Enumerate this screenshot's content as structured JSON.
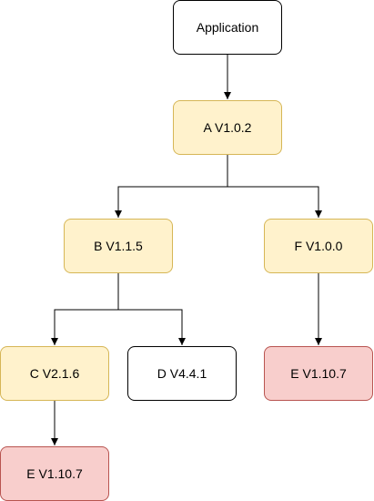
{
  "diagram": {
    "nodes": [
      {
        "id": "application",
        "label": "Application",
        "fill": "#ffffff",
        "stroke": "#000000"
      },
      {
        "id": "a",
        "label": "A V1.0.2",
        "fill": "#fff2cc",
        "stroke": "#d6b656"
      },
      {
        "id": "b",
        "label": "B V1.1.5",
        "fill": "#fff2cc",
        "stroke": "#d6b656"
      },
      {
        "id": "f",
        "label": "F V1.0.0",
        "fill": "#fff2cc",
        "stroke": "#d6b656"
      },
      {
        "id": "c",
        "label": "C V2.1.6",
        "fill": "#fff2cc",
        "stroke": "#d6b656"
      },
      {
        "id": "d",
        "label": "D V4.4.1",
        "fill": "#ffffff",
        "stroke": "#000000"
      },
      {
        "id": "e-under-f",
        "label": "E V1.10.7",
        "fill": "#f8cecc",
        "stroke": "#b85450"
      },
      {
        "id": "e-under-c",
        "label": "E V1.10.7",
        "fill": "#f8cecc",
        "stroke": "#b85450"
      }
    ],
    "edges": [
      {
        "from": "application",
        "to": "a"
      },
      {
        "from": "a",
        "to": "b"
      },
      {
        "from": "a",
        "to": "f"
      },
      {
        "from": "b",
        "to": "c"
      },
      {
        "from": "b",
        "to": "d"
      },
      {
        "from": "f",
        "to": "e-under-f"
      },
      {
        "from": "c",
        "to": "e-under-c"
      }
    ]
  }
}
